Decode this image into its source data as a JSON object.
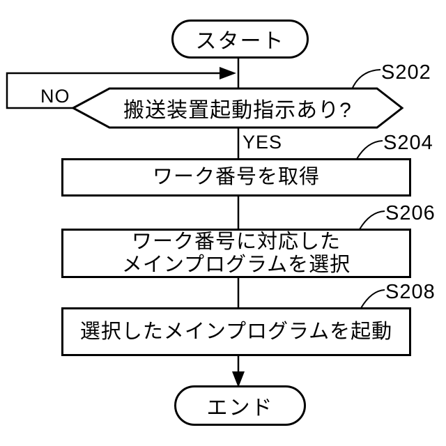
{
  "figure": {
    "type": "flowchart",
    "colors": {
      "line": "#000000",
      "background": "#ffffff"
    }
  },
  "flowchart": {
    "start": {
      "label": "スタート"
    },
    "decision": {
      "step": "S202",
      "text": "搬送装置起動指示あり?"
    },
    "branch": {
      "no": "NO",
      "yes": "YES"
    },
    "steps": [
      {
        "step": "S204",
        "lines": [
          "ワーク番号を取得"
        ]
      },
      {
        "step": "S206",
        "lines": [
          "ワーク番号に対応した",
          "メインプログラムを選択"
        ]
      },
      {
        "step": "S208",
        "lines": [
          "選択したメインプログラムを起動"
        ]
      }
    ],
    "end": {
      "label": "エンド"
    }
  }
}
